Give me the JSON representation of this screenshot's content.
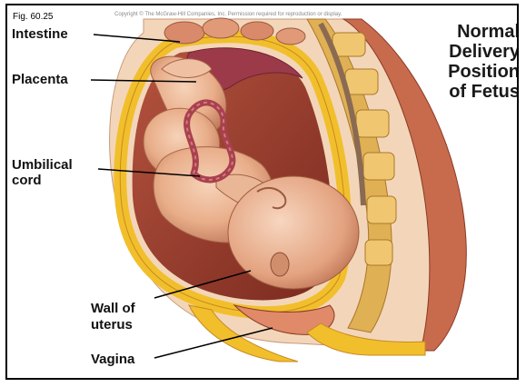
{
  "figure": {
    "number": "Fig. 60.25",
    "copyright": "Copyright © The McGraw-Hill Companies, Inc. Permission required for reproduction or display.",
    "title_lines": [
      "Normal",
      "Delivery",
      "Position",
      "of Fetus"
    ]
  },
  "labels": {
    "intestine": "Intestine",
    "placenta": "Placenta",
    "umbilical_1": "Umbilical",
    "umbilical_2": "cord",
    "wall_1": "Wall of",
    "wall_2": "uterus",
    "vagina": "Vagina"
  },
  "colors": {
    "skin": "#e9b08c",
    "skin_shadow": "#c98466",
    "uterus_wall": "#f2c230",
    "spine": "#d9a63c",
    "muscle": "#b8503a",
    "cord": "#b04a50",
    "placenta": "#9a3448"
  }
}
